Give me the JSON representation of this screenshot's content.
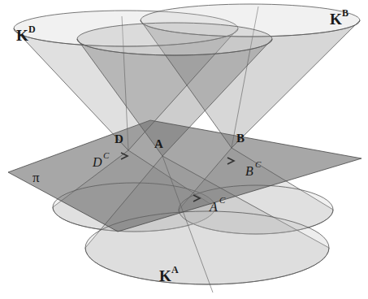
{
  "diagram": {
    "labels": [
      "K",
      "D",
      "K",
      "B",
      "K",
      "A",
      "D",
      "A",
      "B",
      "π",
      "D",
      "C",
      "B",
      "C",
      "A",
      "C"
    ]
  }
}
